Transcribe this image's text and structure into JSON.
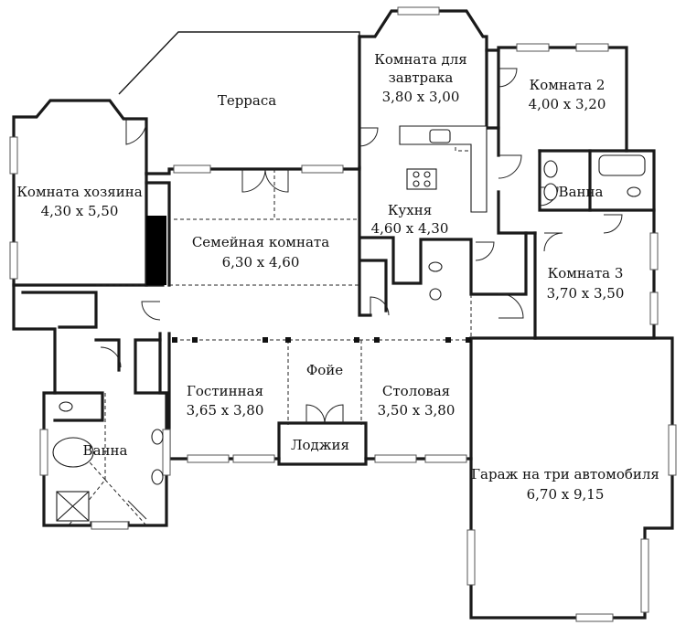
{
  "rooms": {
    "terrace": {
      "name": "Терраса"
    },
    "master": {
      "name": "Комната хозяина",
      "size": "4,30 x 5,50"
    },
    "breakfast": {
      "name_line1": "Комната для",
      "name_line2": "завтрака",
      "size": "3,80 x 3,00"
    },
    "room2": {
      "name": "Комната 2",
      "size": "4,00 x 3,20"
    },
    "bath_right": {
      "name": "Ванна"
    },
    "kitchen": {
      "name": "Кухня",
      "size": "4,60 x 4,30"
    },
    "family": {
      "name": "Семейная комната",
      "size": "6,30 x 4,60"
    },
    "room3": {
      "name": "Комната 3",
      "size": "3,70 x 3,50"
    },
    "foyer": {
      "name": "Фойе"
    },
    "living": {
      "name": "Гостинная",
      "size": "3,65 x 3,80"
    },
    "dining": {
      "name": "Столовая",
      "size": "3,50 x 3,80"
    },
    "loggia": {
      "name": "Лоджия"
    },
    "bath_left": {
      "name": "Ванна"
    },
    "garage": {
      "name": "Гараж на три автомобиля",
      "size": "6,70 x 9,15"
    }
  }
}
